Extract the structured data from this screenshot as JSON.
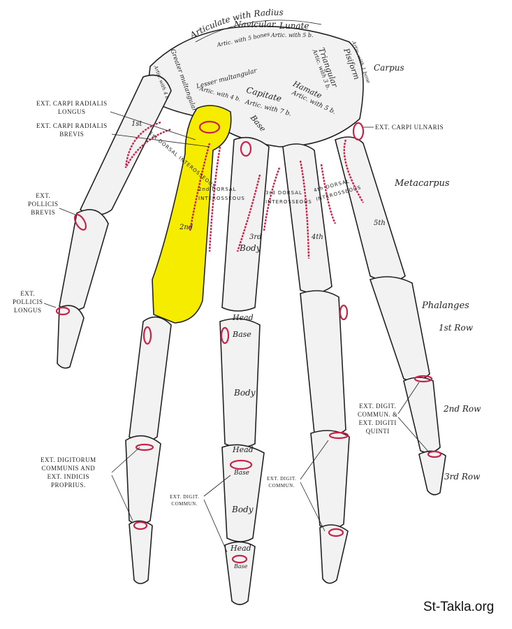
{
  "colors": {
    "highlight": "#f5ec00",
    "tendon": "#c8234a",
    "bone": "#f2f2f2",
    "outline": "#222222"
  },
  "carpus": {
    "articulate": "Articulate with Radius",
    "navicular": "Navicular",
    "navicular_artic": "Artic. with 5 bones",
    "lunate": "Lunate",
    "lunate_artic": "Artic. with 5 b.",
    "triangular": "Triangular",
    "triangular_artic": "Artic. with 3 b.",
    "pisiform": "Pisiform",
    "pisiform_artic": "Artic. with 1 bone",
    "greater": "Greater multangular",
    "greater_artic": "Artic. with 4 b.",
    "lesser": "Lesser multangular",
    "lesser_artic": "Artic. with 4 b.",
    "capitate": "Capitate",
    "capitate_artic": "Artic. with 7 b.",
    "hamate": "Hamate",
    "hamate_artic": "Artic. with 5 b.",
    "base": "Base",
    "region": "Carpus"
  },
  "muscles": {
    "ecrl": [
      "EXT. CARPI RADIALIS",
      "LONGUS"
    ],
    "ecrb": [
      "EXT. CARPI RADIALIS",
      "BREVIS"
    ],
    "ecu": "EXT. CARPI ULNARIS",
    "epb": [
      "EXT.",
      "POLLICIS",
      "BREVIS"
    ],
    "epl": [
      "EXT.",
      "POLLICIS",
      "LONGUS"
    ],
    "edc_ei": [
      "EXT. DIGITORUM",
      "COMMUNIS AND",
      "EXT. INDICIS",
      "PROPRIUS."
    ],
    "edc1": [
      "EXT. DIGIT.",
      "COMMUN."
    ],
    "edc2": [
      "EXT. DIGIT.",
      "COMMUN."
    ],
    "edc_edq": [
      "EXT. DIGIT.",
      "COMMUN. &",
      "EXT. DIGITI",
      "QUINTI"
    ]
  },
  "interossei": {
    "first": "1st DORSAL INTEROSSEOUS",
    "second": [
      "2nd DORSAL",
      "INTEROSSEOUS"
    ],
    "third": [
      "3rd DORSAL",
      "INTEROSSEOUS"
    ],
    "fourth": [
      "4th DORSAL",
      "INTEROSSEOUS"
    ]
  },
  "metacarpus": {
    "region": "Metacarpus",
    "first": "1st",
    "second": "2nd",
    "third": "3rd",
    "body": "Body",
    "fourth": "4th",
    "fifth": "5th"
  },
  "phalanges": {
    "region": "Phalanges",
    "row1": "1st Row",
    "row2": "2nd Row",
    "row3": "3rd Row",
    "middle": {
      "head1": "Head",
      "base1": "Base",
      "body1": "Body",
      "head2": "Head",
      "base2": "Base",
      "body2": "Body",
      "head3": "Head",
      "base3": "Base"
    }
  },
  "watermark": "St-Takla.org"
}
